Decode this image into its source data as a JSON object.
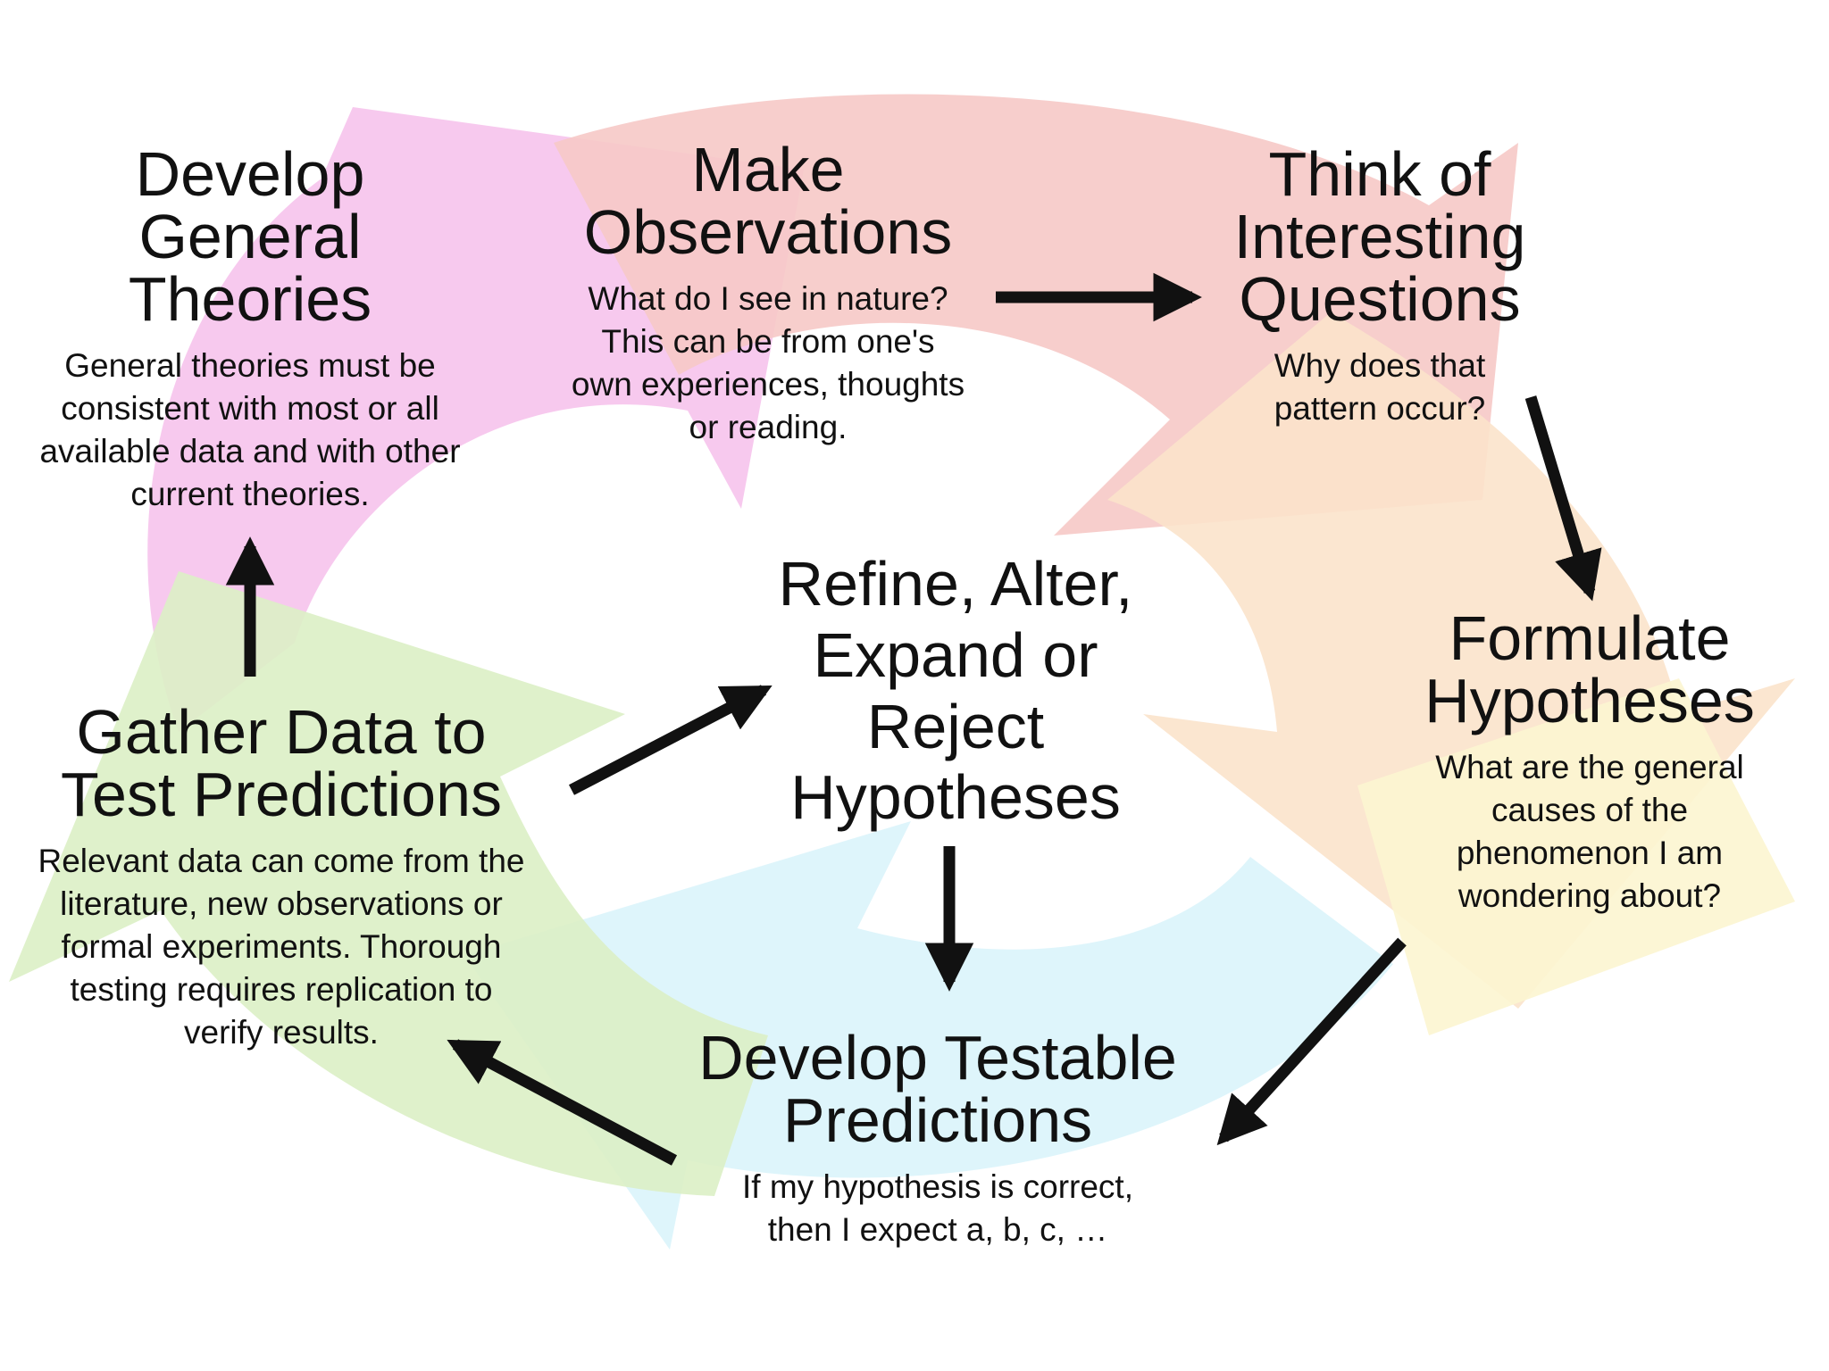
{
  "colors": {
    "pink": "#f6c3ec",
    "red": "#f6c9c6",
    "orange": "#fbe3cb",
    "yellow": "#fcf5d0",
    "cyan": "#dcf4fb",
    "green": "#dcefc5",
    "arrow": "#111111"
  },
  "nodes": {
    "theories": {
      "title_lines": [
        "Develop",
        "General",
        "Theories"
      ],
      "desc_lines": [
        "General theories must be",
        "consistent with most or all",
        "available data and with other",
        "current theories."
      ]
    },
    "observations": {
      "title_lines": [
        "Make",
        "Observations"
      ],
      "desc_lines": [
        "What do I see in nature?",
        "This can be from one's",
        "own experiences, thoughts",
        "or reading."
      ]
    },
    "questions": {
      "title_lines": [
        "Think of",
        "Interesting",
        "Questions"
      ],
      "desc_lines": [
        "Why does that",
        "pattern occur?"
      ]
    },
    "refine": {
      "title_lines": [
        "Refine, Alter,",
        "Expand or",
        "Reject",
        "Hypotheses"
      ]
    },
    "hypotheses": {
      "title_lines": [
        "Formulate",
        "Hypotheses"
      ],
      "desc_lines": [
        "What are the general",
        "causes of the",
        "phenomenon I am",
        "wondering about?"
      ]
    },
    "gather": {
      "title_lines": [
        "Gather Data to",
        "Test Predictions"
      ],
      "desc_lines": [
        "Relevant data can come from the",
        "literature, new observations or",
        "formal experiments.  Thorough",
        "testing requires replication to",
        "verify results."
      ]
    },
    "predictions": {
      "title_lines": [
        "Develop Testable",
        "Predictions"
      ],
      "desc_lines": [
        "If my hypothesis is correct,",
        "then I expect a, b, c, …"
      ]
    }
  }
}
